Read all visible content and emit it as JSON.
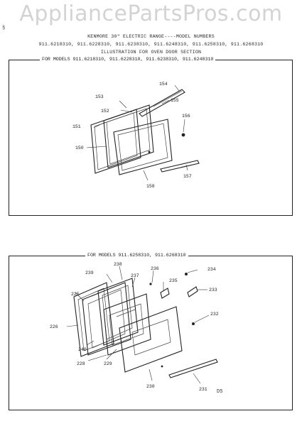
{
  "watermark": "AppliancePartsPros.com",
  "header": {
    "line1": "KENMORE 30\" ELECTRIC RANGE----MODEL NUMBERS",
    "line2": "911.6218310, 911.6228310, 911.6238310, 911.6248310, 911.6258310, 911.6268310",
    "line3": "ILLUSTRATION FOR OVEN DOOR SECTION"
  },
  "panel1": {
    "label": "FOR MODELS 911.6218310, 911.6228310, 911.6238310, 911.6248310",
    "callouts": [
      "151",
      "152",
      "153",
      "154",
      "155",
      "156",
      "157",
      "158",
      "150"
    ]
  },
  "panel2": {
    "label": "FOR MODELS 911.6258310, 911.6268310",
    "callouts": [
      "239",
      "238",
      "237",
      "236",
      "235",
      "234",
      "233",
      "232",
      "225",
      "226",
      "240",
      "228",
      "229",
      "230",
      "231"
    ]
  },
  "page_code": "D5",
  "left_mark": "§"
}
